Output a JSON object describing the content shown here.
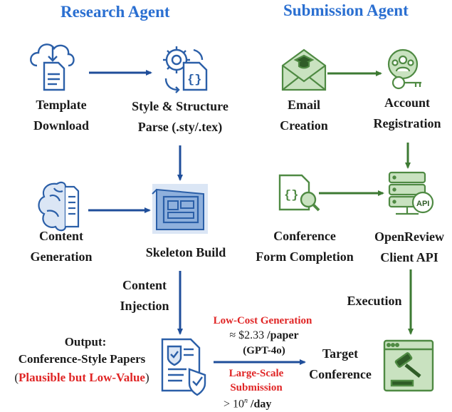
{
  "titles": {
    "research_agent": "Research Agent",
    "submission_agent": "Submission Agent"
  },
  "research": {
    "template_download": [
      "Template",
      "Download"
    ],
    "style_parse": [
      "Style & Structure",
      "Parse (.sty/.tex)"
    ],
    "content_generation": [
      "Content",
      "Generation"
    ],
    "skeleton_build": "Skeleton Build",
    "content_injection": [
      "Content",
      "Injection"
    ],
    "output_title": "Output:",
    "output_subtitle": "Conference-Style Papers",
    "output_paren_open": "(",
    "output_note": "Plausible but Low-Value",
    "output_paren_close": ")"
  },
  "middle": {
    "low_cost_title": "Low-Cost Generation",
    "cost_prefix": "≈ $2.33",
    "cost_unit": "/paper",
    "model": "(GPT-4o)",
    "large_scale_line1": "Large-Scale",
    "large_scale_line2": "Submission",
    "rate_prefix": "> 10",
    "rate_exp": "n",
    "rate_unit": "/day"
  },
  "submission": {
    "email_creation": [
      "Email",
      "Creation"
    ],
    "account_registration": [
      "Account",
      "Registration"
    ],
    "form_completion": [
      "Conference",
      "Form Completion"
    ],
    "openreview_api": [
      "OpenReview",
      "Client API"
    ],
    "execution": "Execution",
    "target_conference": [
      "Target",
      "Conference"
    ]
  },
  "icons": {
    "api_badge": "API",
    "braces": "{}"
  },
  "colors": {
    "title_blue": "#2a6fd1",
    "blue_arrow": "#1f4e9a",
    "green_arrow": "#3d7a33",
    "icon_blue": "#2b5fa8",
    "icon_green": "#4f8a43",
    "red": "#e02525"
  }
}
